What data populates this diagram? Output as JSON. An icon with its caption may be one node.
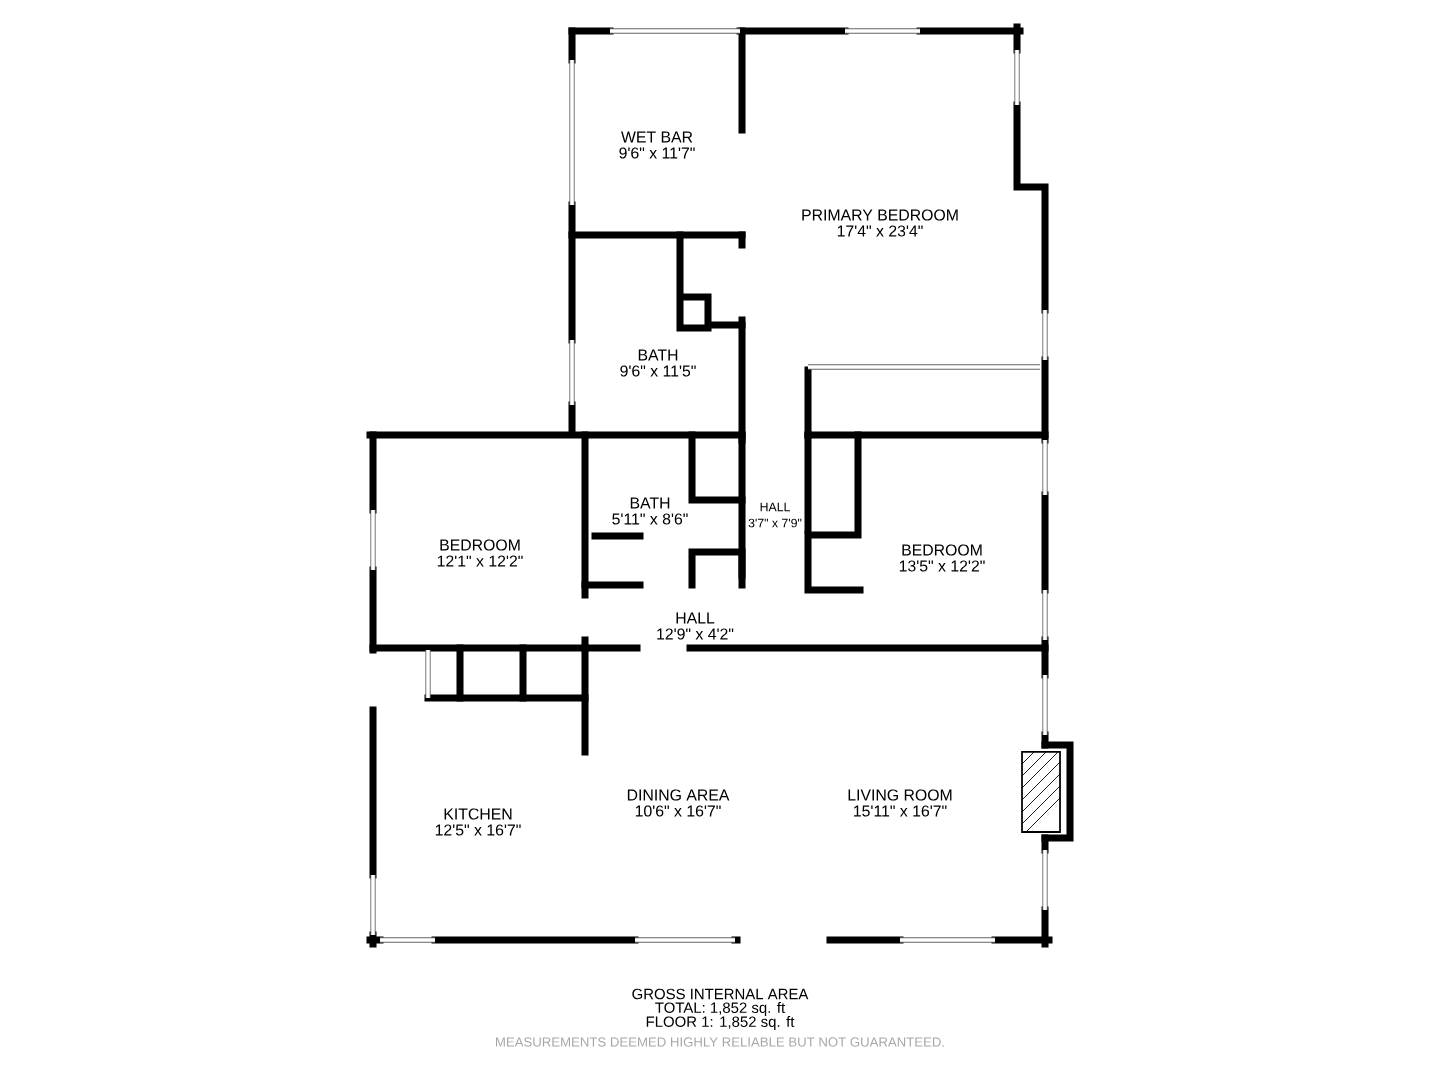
{
  "diagram": {
    "labels": [
      "WET BAR",
      "9'6\" x 11'7\"",
      "PRIMARY BEDROOM",
      "17'4\" x 23'4\"",
      "BATH",
      "9'6\" x 11'5\"",
      "BEDROOM",
      "12'1\" x 12'2\"",
      "BATH",
      "5'11\" x 8'6\"",
      "HALL",
      "3'7\" x 7'9\"",
      "BEDROOM",
      "13'5\" x 12'2\"",
      "HALL",
      "12'9\" x 4'2\"",
      "KITCHEN",
      "12'5\" x 16'7\"",
      "DINING AREA",
      "10'6\" x 16'7\"",
      "LIVING ROOM",
      "15'11\" x 16'7\"",
      "GROSS INTERNAL AREA",
      "TOTAL: 1,852 sq. ft",
      "FLOOR 1: 1,852 sq. ft",
      "MEASUREMENTS DEEMED HIGHLY RELIABLE BUT NOT GUARANTEED."
    ]
  }
}
